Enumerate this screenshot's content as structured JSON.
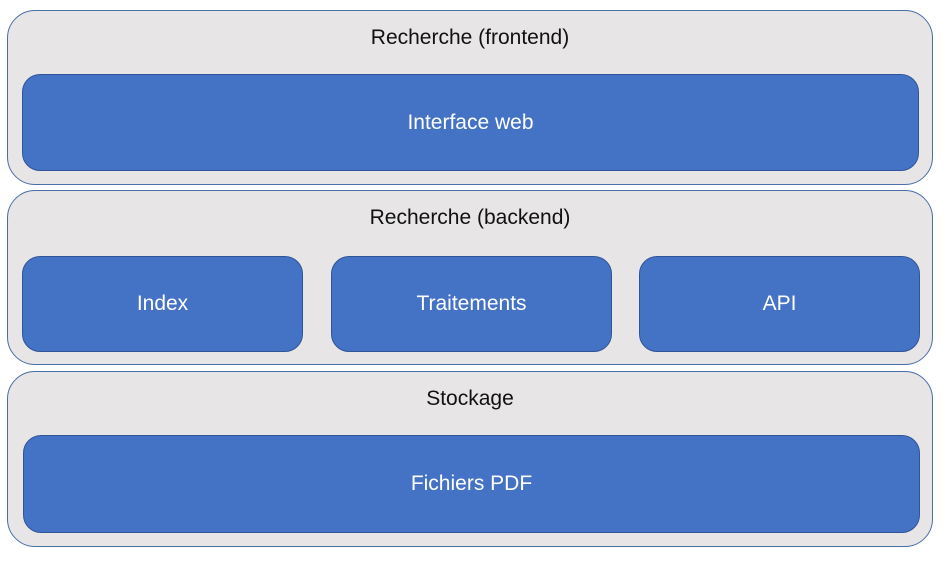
{
  "layers": {
    "frontend": {
      "title": "Recherche (frontend)",
      "components": [
        "Interface web"
      ]
    },
    "backend": {
      "title": "Recherche (backend)",
      "components": [
        "Index",
        "Traitements",
        "API"
      ]
    },
    "stockage": {
      "title": "Stockage",
      "components": [
        "Fichiers PDF"
      ]
    }
  },
  "colors": {
    "layer_background": "#e7e5e6",
    "layer_border": "#4a6ea8",
    "component_fill": "#4472c4",
    "component_border": "#2f5597",
    "component_text": "#ffffff"
  }
}
